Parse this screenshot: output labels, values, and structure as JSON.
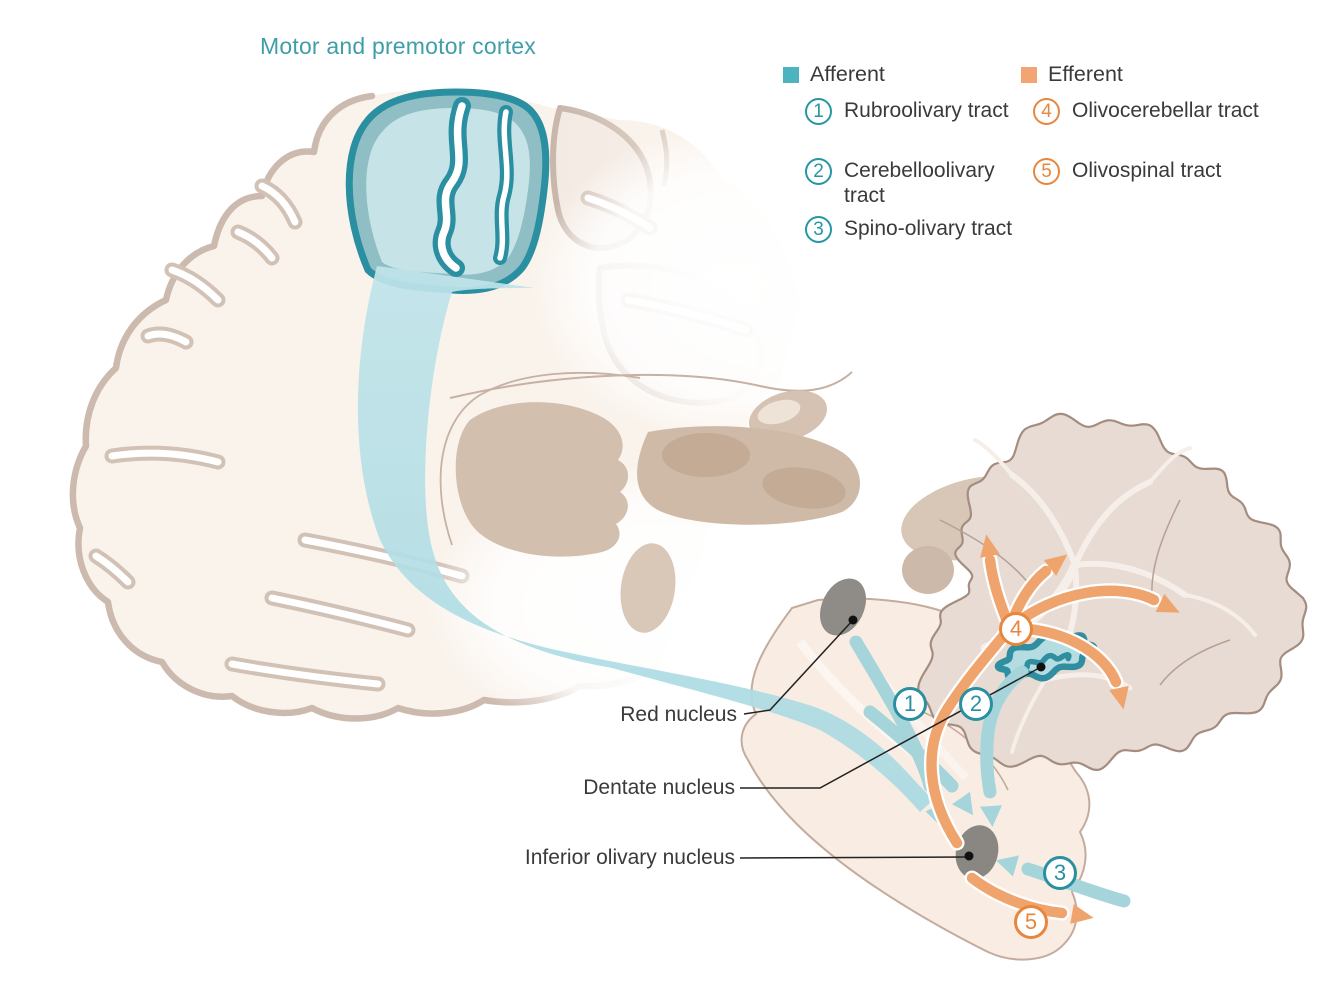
{
  "title": "Motor and premotor cortex",
  "legend": {
    "afferent": {
      "label": "Afferent",
      "color": "#4db3bf",
      "items": [
        {
          "num": "1",
          "label": "Rubroolivary tract"
        },
        {
          "num": "2",
          "label": "Cerebelloolivary tract"
        },
        {
          "num": "3",
          "label": "Spino-olivary tract"
        }
      ]
    },
    "efferent": {
      "label": "Efferent",
      "color": "#f2a572",
      "items": [
        {
          "num": "4",
          "label": "Olivocerebellar tract"
        },
        {
          "num": "5",
          "label": "Olivospinal tract"
        }
      ]
    }
  },
  "anatomy_labels": [
    {
      "label": "Red nucleus"
    },
    {
      "label": "Dentate nucleus"
    },
    {
      "label": "Inferior olivary nucleus"
    }
  ],
  "markers": [
    {
      "num": "1",
      "type": "afferent"
    },
    {
      "num": "2",
      "type": "afferent"
    },
    {
      "num": "3",
      "type": "afferent"
    },
    {
      "num": "4",
      "type": "efferent"
    },
    {
      "num": "5",
      "type": "efferent"
    }
  ],
  "colors": {
    "teal_accent": "#2596a4",
    "teal_square": "#4db3bf",
    "teal_tract": "#b3dfe7",
    "teal_band": "#a5d5da",
    "orange_accent": "#e8863d",
    "orange_square": "#f2a572",
    "orange_band": "#f0a46d",
    "title_teal": "#3f9ea8",
    "text": "#3a3a3a",
    "cortex_outline": "#ccbaae",
    "cerebellum_fill": "#e7dbd3",
    "nucleus_gray": "#8f8b87"
  }
}
